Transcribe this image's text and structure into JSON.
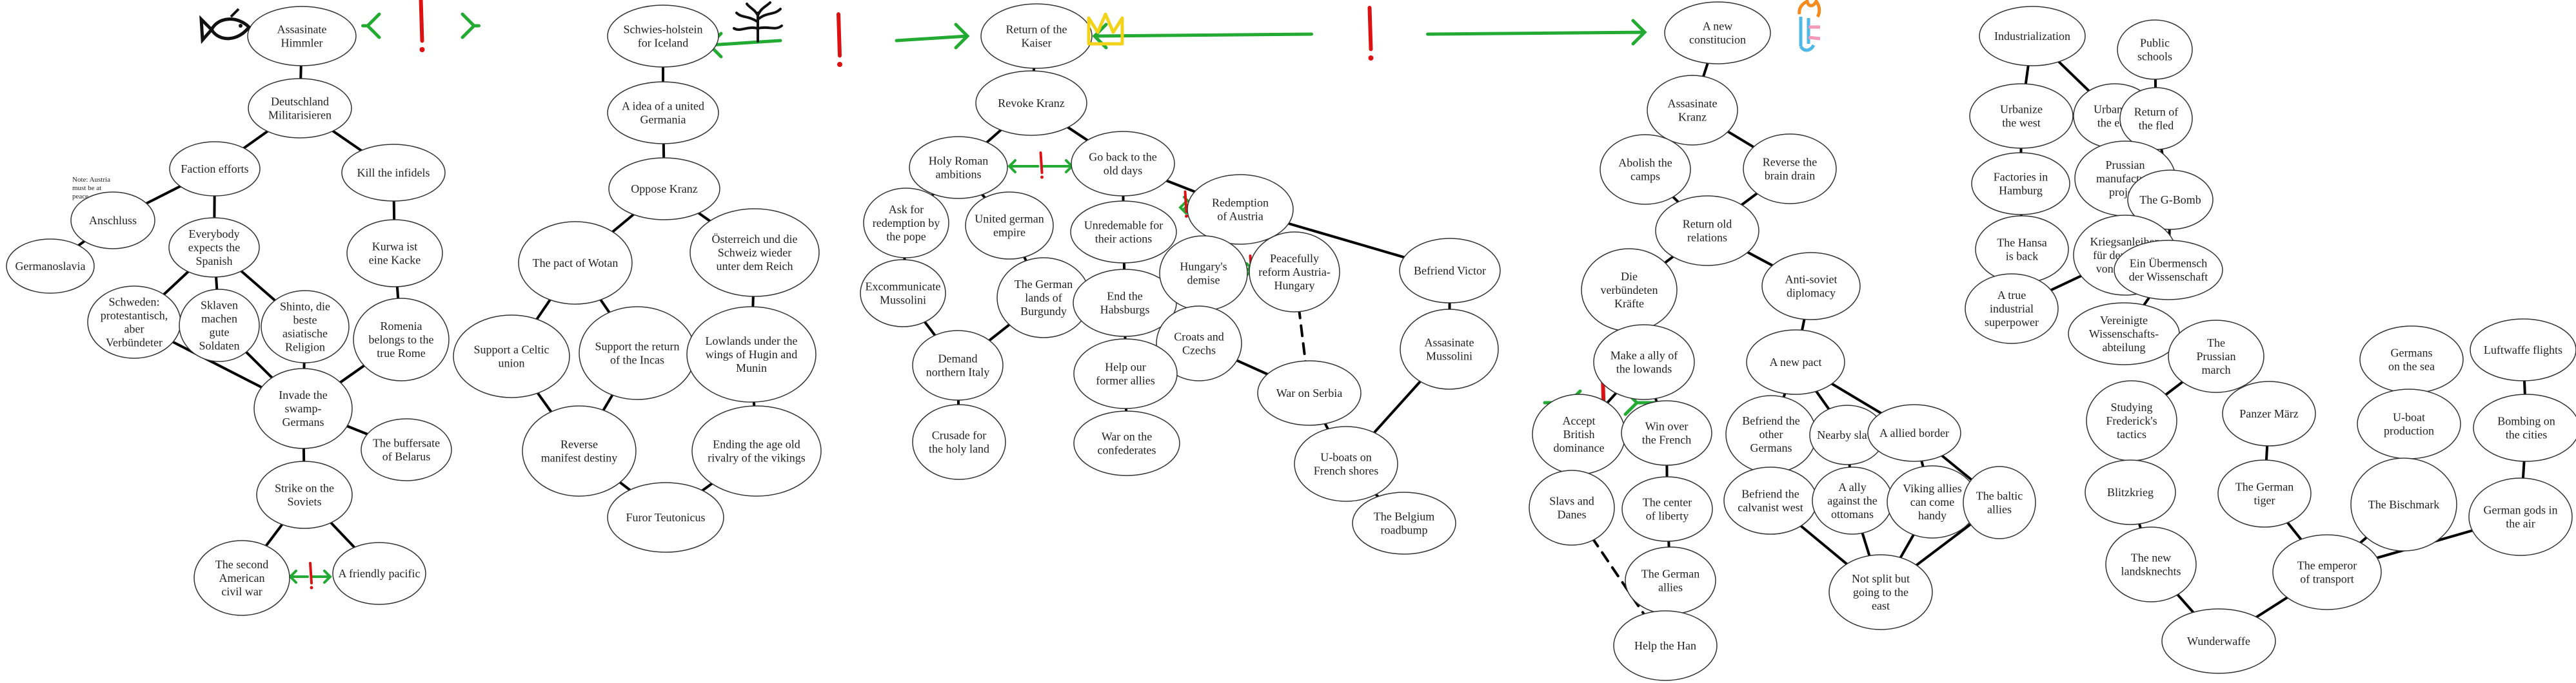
{
  "diagram": {
    "nodes": [
      {
        "id": "n1",
        "lines": [
          "Assasinate",
          "Himmler"
        ]
      },
      {
        "id": "n2",
        "lines": [
          "Deutschland",
          "Militarisieren"
        ]
      },
      {
        "id": "n3",
        "lines": [
          "Faction efforts"
        ]
      },
      {
        "id": "n4",
        "lines": [
          "Kill the infidels"
        ]
      },
      {
        "id": "n5",
        "lines": [
          "Anschluss"
        ]
      },
      {
        "id": "n6",
        "lines": [
          "Everybody",
          "expects the",
          "Spanish"
        ]
      },
      {
        "id": "n7",
        "lines": [
          "Kurwa ist",
          "eine Kacke"
        ]
      },
      {
        "id": "n8",
        "lines": [
          "Germanoslavia"
        ]
      },
      {
        "id": "n9",
        "lines": [
          "Schweden:",
          "protestantisch,",
          "aber",
          "Verbündeter"
        ]
      },
      {
        "id": "n10",
        "lines": [
          "Sklaven",
          "machen",
          "gute",
          "Soldaten"
        ]
      },
      {
        "id": "n11",
        "lines": [
          "Shinto, die",
          "beste",
          "asiatische",
          "Religion"
        ]
      },
      {
        "id": "n12",
        "lines": [
          "Romenia",
          "belongs to the",
          "true Rome"
        ]
      },
      {
        "id": "n13",
        "lines": [
          "Invade the",
          "swamp-",
          "Germans"
        ]
      },
      {
        "id": "n14",
        "lines": [
          "The buffersate",
          "of Belarus"
        ]
      },
      {
        "id": "n15",
        "lines": [
          "Strike on the",
          "Soviets"
        ]
      },
      {
        "id": "n16",
        "lines": [
          "The second",
          "American",
          "civil war"
        ]
      },
      {
        "id": "n17",
        "lines": [
          "A friendly pacific"
        ]
      },
      {
        "id": "n18",
        "lines": [
          "Schwies-holstein",
          "for Iceland"
        ]
      },
      {
        "id": "n19",
        "lines": [
          "A idea of a united",
          "Germania"
        ]
      },
      {
        "id": "n20",
        "lines": [
          "Oppose Kranz"
        ]
      },
      {
        "id": "n21",
        "lines": [
          "The pact of Wotan"
        ]
      },
      {
        "id": "n22",
        "lines": [
          "Österreich und die",
          "Schweiz wieder",
          "unter dem Reich"
        ]
      },
      {
        "id": "n23",
        "lines": [
          "Support a Celtic",
          "union"
        ]
      },
      {
        "id": "n24",
        "lines": [
          "Support the return",
          "of the Incas"
        ]
      },
      {
        "id": "n25",
        "lines": [
          "Lowlands under the",
          "wings of Hugin and",
          "Munin"
        ]
      },
      {
        "id": "n26",
        "lines": [
          "Reverse",
          "manifest destiny"
        ]
      },
      {
        "id": "n27",
        "lines": [
          "Ending the age old",
          "rivalry of the vikings"
        ]
      },
      {
        "id": "n28",
        "lines": [
          "Furor Teutonicus"
        ]
      },
      {
        "id": "n29",
        "lines": [
          "Return of the",
          "Kaiser"
        ]
      },
      {
        "id": "n30",
        "lines": [
          "Revoke Kranz"
        ]
      },
      {
        "id": "n31",
        "lines": [
          "Holy Roman",
          "ambitions"
        ]
      },
      {
        "id": "n32",
        "lines": [
          "Go back to the",
          "old days"
        ]
      },
      {
        "id": "n33",
        "lines": [
          "Ask for",
          "redemption by",
          "the pope"
        ]
      },
      {
        "id": "n34",
        "lines": [
          "United german",
          "empire"
        ]
      },
      {
        "id": "n35",
        "lines": [
          "Unredemable for",
          "their actions"
        ]
      },
      {
        "id": "n36",
        "lines": [
          "Redemption",
          "of Austria"
        ]
      },
      {
        "id": "n37",
        "lines": [
          "Excommunicate",
          "Mussolini"
        ]
      },
      {
        "id": "n38",
        "lines": [
          "The German",
          "lands of",
          "Burgundy"
        ]
      },
      {
        "id": "n39",
        "lines": [
          "End the",
          "Habsburgs"
        ]
      },
      {
        "id": "n40",
        "lines": [
          "Hungary's",
          "demise"
        ]
      },
      {
        "id": "n41",
        "lines": [
          "Peacefully",
          "reform Austria-",
          "Hungary"
        ]
      },
      {
        "id": "n42",
        "lines": [
          "Befriend Victor"
        ]
      },
      {
        "id": "n43",
        "lines": [
          "Demand",
          "northern Italy"
        ]
      },
      {
        "id": "n44",
        "lines": [
          "Croats and",
          "Czechs"
        ]
      },
      {
        "id": "n45",
        "lines": [
          "Help our",
          "former allies"
        ]
      },
      {
        "id": "n46",
        "lines": [
          "Assasinate",
          "Mussolini"
        ]
      },
      {
        "id": "n47",
        "lines": [
          "War on Serbia"
        ]
      },
      {
        "id": "n48",
        "lines": [
          "Crusade for",
          "the holy land"
        ]
      },
      {
        "id": "n49",
        "lines": [
          "War on the",
          "confederates"
        ]
      },
      {
        "id": "n50",
        "lines": [
          "U-boats on",
          "French shores"
        ]
      },
      {
        "id": "n51",
        "lines": [
          "The Belgium",
          "roadbump"
        ]
      },
      {
        "id": "n52",
        "lines": [
          "A new",
          "constitucion"
        ]
      },
      {
        "id": "n53",
        "lines": [
          "Assasinate",
          "Kranz"
        ]
      },
      {
        "id": "n54",
        "lines": [
          "Abolish the",
          "camps"
        ]
      },
      {
        "id": "n55",
        "lines": [
          "Reverse the",
          "brain drain"
        ]
      },
      {
        "id": "n56",
        "lines": [
          "Return old",
          "relations"
        ]
      },
      {
        "id": "n57",
        "lines": [
          "Die",
          "verbündeten",
          "Kräfte"
        ]
      },
      {
        "id": "n58",
        "lines": [
          "Anti-soviet",
          "diplomacy"
        ]
      },
      {
        "id": "n59",
        "lines": [
          "Make a ally of",
          "the lowands"
        ]
      },
      {
        "id": "n60",
        "lines": [
          "A new pact"
        ]
      },
      {
        "id": "n61",
        "lines": [
          "Accept",
          "British",
          "dominance"
        ]
      },
      {
        "id": "n62",
        "lines": [
          "Win over",
          "the French"
        ]
      },
      {
        "id": "n63",
        "lines": [
          "Befriend the",
          "other",
          "Germans"
        ]
      },
      {
        "id": "n64",
        "lines": [
          "Nearby slavs"
        ]
      },
      {
        "id": "n65",
        "lines": [
          "A allied border"
        ]
      },
      {
        "id": "n66",
        "lines": [
          "Slavs and",
          "Danes"
        ]
      },
      {
        "id": "n67",
        "lines": [
          "The center",
          "of liberty"
        ]
      },
      {
        "id": "n68",
        "lines": [
          "Befriend the",
          "calvanist west"
        ]
      },
      {
        "id": "n69",
        "lines": [
          "A ally",
          "against the",
          "ottomans"
        ]
      },
      {
        "id": "n70",
        "lines": [
          "Viking allies",
          "can come",
          "handy"
        ]
      },
      {
        "id": "n71",
        "lines": [
          "The baltic",
          "allies"
        ]
      },
      {
        "id": "n72",
        "lines": [
          "The German",
          "allies"
        ]
      },
      {
        "id": "n73",
        "lines": [
          "Not split but",
          "going to the",
          "east"
        ]
      },
      {
        "id": "n74",
        "lines": [
          "Help the Han"
        ]
      },
      {
        "id": "n75",
        "lines": [
          "Industrialization"
        ]
      },
      {
        "id": "n76",
        "lines": [
          "Public",
          "schools"
        ]
      },
      {
        "id": "n77",
        "lines": [
          "Urbanize",
          "the west"
        ]
      },
      {
        "id": "n78",
        "lines": [
          "Urbanize",
          "the east"
        ]
      },
      {
        "id": "n79",
        "lines": [
          "Return of",
          "the fled"
        ]
      },
      {
        "id": "n80",
        "lines": [
          "Factories in",
          "Hamburg"
        ]
      },
      {
        "id": "n81",
        "lines": [
          "Prussian",
          "manufacture",
          "project"
        ]
      },
      {
        "id": "n82",
        "lines": [
          "The G-Bomb"
        ]
      },
      {
        "id": "n83",
        "lines": [
          "The Hansa",
          "is back"
        ]
      },
      {
        "id": "n84",
        "lines": [
          "Kriegsanleihen",
          "für den Ruhm",
          "von Preußen"
        ]
      },
      {
        "id": "n85",
        "lines": [
          "Ein Übermensch",
          "der Wissenschaft"
        ]
      },
      {
        "id": "n86",
        "lines": [
          "A true",
          "industrial",
          "superpower"
        ]
      },
      {
        "id": "n87",
        "lines": [
          "Vereinigte",
          "Wissenschafts-",
          "abteilung"
        ]
      },
      {
        "id": "n88",
        "lines": [
          "Germans",
          "on the sea"
        ]
      },
      {
        "id": "n89",
        "lines": [
          "Luftwaffe flights"
        ]
      },
      {
        "id": "n90",
        "lines": [
          "The",
          "Prussian",
          "march"
        ]
      },
      {
        "id": "n91",
        "lines": [
          "Studying",
          "Frederick's",
          "tactics"
        ]
      },
      {
        "id": "n92",
        "lines": [
          "Panzer März"
        ]
      },
      {
        "id": "n93",
        "lines": [
          "U-boat",
          "production"
        ]
      },
      {
        "id": "n94",
        "lines": [
          "Bombing on",
          "the cities"
        ]
      },
      {
        "id": "n95",
        "lines": [
          "Blitzkrieg"
        ]
      },
      {
        "id": "n96",
        "lines": [
          "The German",
          "tiger"
        ]
      },
      {
        "id": "n97",
        "lines": [
          "The Bischmark"
        ]
      },
      {
        "id": "n98",
        "lines": [
          "German gods in",
          "the air"
        ]
      },
      {
        "id": "n99",
        "lines": [
          "The new",
          "landsknechts"
        ]
      },
      {
        "id": "n100",
        "lines": [
          "The emperor",
          "of transport"
        ]
      },
      {
        "id": "n101",
        "lines": [
          "Wunderwaffe"
        ]
      }
    ],
    "edges": [
      [
        "n1",
        "n2"
      ],
      [
        "n2",
        "n3"
      ],
      [
        "n2",
        "n4"
      ],
      [
        "n3",
        "n5"
      ],
      [
        "n3",
        "n6"
      ],
      [
        "n5",
        "n8"
      ],
      [
        "n6",
        "n9"
      ],
      [
        "n6",
        "n10"
      ],
      [
        "n6",
        "n11"
      ],
      [
        "n4",
        "n7"
      ],
      [
        "n7",
        "n12"
      ],
      [
        "n9",
        "n13"
      ],
      [
        "n10",
        "n13"
      ],
      [
        "n11",
        "n13"
      ],
      [
        "n12",
        "n13"
      ],
      [
        "n13",
        "n14"
      ],
      [
        "n13",
        "n15"
      ],
      [
        "n15",
        "n16"
      ],
      [
        "n15",
        "n17"
      ],
      [
        "n18",
        "n19"
      ],
      [
        "n19",
        "n20"
      ],
      [
        "n20",
        "n21"
      ],
      [
        "n20",
        "n22"
      ],
      [
        "n21",
        "n23"
      ],
      [
        "n21",
        "n24"
      ],
      [
        "n22",
        "n25"
      ],
      [
        "n24",
        "n26"
      ],
      [
        "n25",
        "n27"
      ],
      [
        "n23",
        "n26"
      ],
      [
        "n26",
        "n28"
      ],
      [
        "n27",
        "n28"
      ],
      [
        "n29",
        "n30"
      ],
      [
        "n30",
        "n31"
      ],
      [
        "n30",
        "n32"
      ],
      [
        "n31",
        "n33"
      ],
      [
        "n31",
        "n34"
      ],
      [
        "n32",
        "n35"
      ],
      [
        "n32",
        "n36"
      ],
      [
        "n33",
        "n37"
      ],
      [
        "n34",
        "n38"
      ],
      [
        "n35",
        "n39"
      ],
      [
        "n36",
        "n40"
      ],
      [
        "n36",
        "n42"
      ],
      [
        "n36",
        "n41"
      ],
      [
        "n37",
        "n43"
      ],
      [
        "n38",
        "n43"
      ],
      [
        "n39",
        "n45"
      ],
      [
        "n40",
        "n44"
      ],
      [
        "n42",
        "n46"
      ],
      [
        "n43",
        "n48"
      ],
      [
        "n45",
        "n49"
      ],
      [
        "n44",
        "n47"
      ],
      [
        "n47",
        "n50"
      ],
      [
        "n46",
        "n50"
      ],
      [
        "n50",
        "n51"
      ],
      [
        "n52",
        "n53"
      ],
      [
        "n53",
        "n54"
      ],
      [
        "n53",
        "n55"
      ],
      [
        "n54",
        "n56"
      ],
      [
        "n55",
        "n56"
      ],
      [
        "n56",
        "n57"
      ],
      [
        "n56",
        "n58"
      ],
      [
        "n57",
        "n59"
      ],
      [
        "n58",
        "n60"
      ],
      [
        "n59",
        "n61"
      ],
      [
        "n59",
        "n62"
      ],
      [
        "n60",
        "n63"
      ],
      [
        "n60",
        "n64"
      ],
      [
        "n60",
        "n65"
      ],
      [
        "n62",
        "n67"
      ],
      [
        "n63",
        "n68"
      ],
      [
        "n64",
        "n69"
      ],
      [
        "n65",
        "n70"
      ],
      [
        "n65",
        "n71"
      ],
      [
        "n67",
        "n72"
      ],
      [
        "n68",
        "n73"
      ],
      [
        "n69",
        "n73"
      ],
      [
        "n70",
        "n73"
      ],
      [
        "n71",
        "n73"
      ],
      [
        "n75",
        "n77"
      ],
      [
        "n75",
        "n78"
      ],
      [
        "n76",
        "n79"
      ],
      [
        "n77",
        "n80"
      ],
      [
        "n78",
        "n81"
      ],
      [
        "n79",
        "n82"
      ],
      [
        "n80",
        "n83"
      ],
      [
        "n81",
        "n84"
      ],
      [
        "n82",
        "n85"
      ],
      [
        "n83",
        "n86"
      ],
      [
        "n84",
        "n86"
      ],
      [
        "n85",
        "n87"
      ],
      [
        "n90",
        "n91"
      ],
      [
        "n90",
        "n92"
      ],
      [
        "n88",
        "n93"
      ],
      [
        "n89",
        "n94"
      ],
      [
        "n91",
        "n95"
      ],
      [
        "n92",
        "n96"
      ],
      [
        "n93",
        "n97"
      ],
      [
        "n94",
        "n98"
      ],
      [
        "n95",
        "n99"
      ],
      [
        "n96",
        "n100"
      ],
      [
        "n97",
        "n100"
      ],
      [
        "n98",
        "n100"
      ],
      [
        "n99",
        "n101"
      ],
      [
        "n100",
        "n101"
      ]
    ],
    "dashed_edges": [
      [
        "n66",
        "n74"
      ],
      [
        "n41",
        "n47"
      ]
    ],
    "annotation_note": [
      "Note: Austria",
      "must be at",
      "peace"
    ],
    "mutual_exclusion_links": [
      [
        "n1",
        "n18"
      ],
      [
        "n18",
        "n29"
      ],
      [
        "n29",
        "n52"
      ],
      [
        "n31",
        "n32"
      ],
      [
        "n16",
        "n17"
      ],
      [
        "n36",
        "n35"
      ],
      [
        "n40",
        "n41"
      ],
      [
        "n61",
        "n62"
      ]
    ],
    "icons": [
      {
        "name": "fish-icon"
      },
      {
        "name": "tree-icon"
      },
      {
        "name": "crown-icon"
      },
      {
        "name": "flame-icon"
      }
    ],
    "colors": {
      "arrow": "#22aa33",
      "exclamation": "#dd1111",
      "crown": "#f3d21a",
      "flame_orange": "#f58a1f",
      "flame_blue": "#4fb8e6",
      "flame_pink": "#f29ab8"
    }
  }
}
